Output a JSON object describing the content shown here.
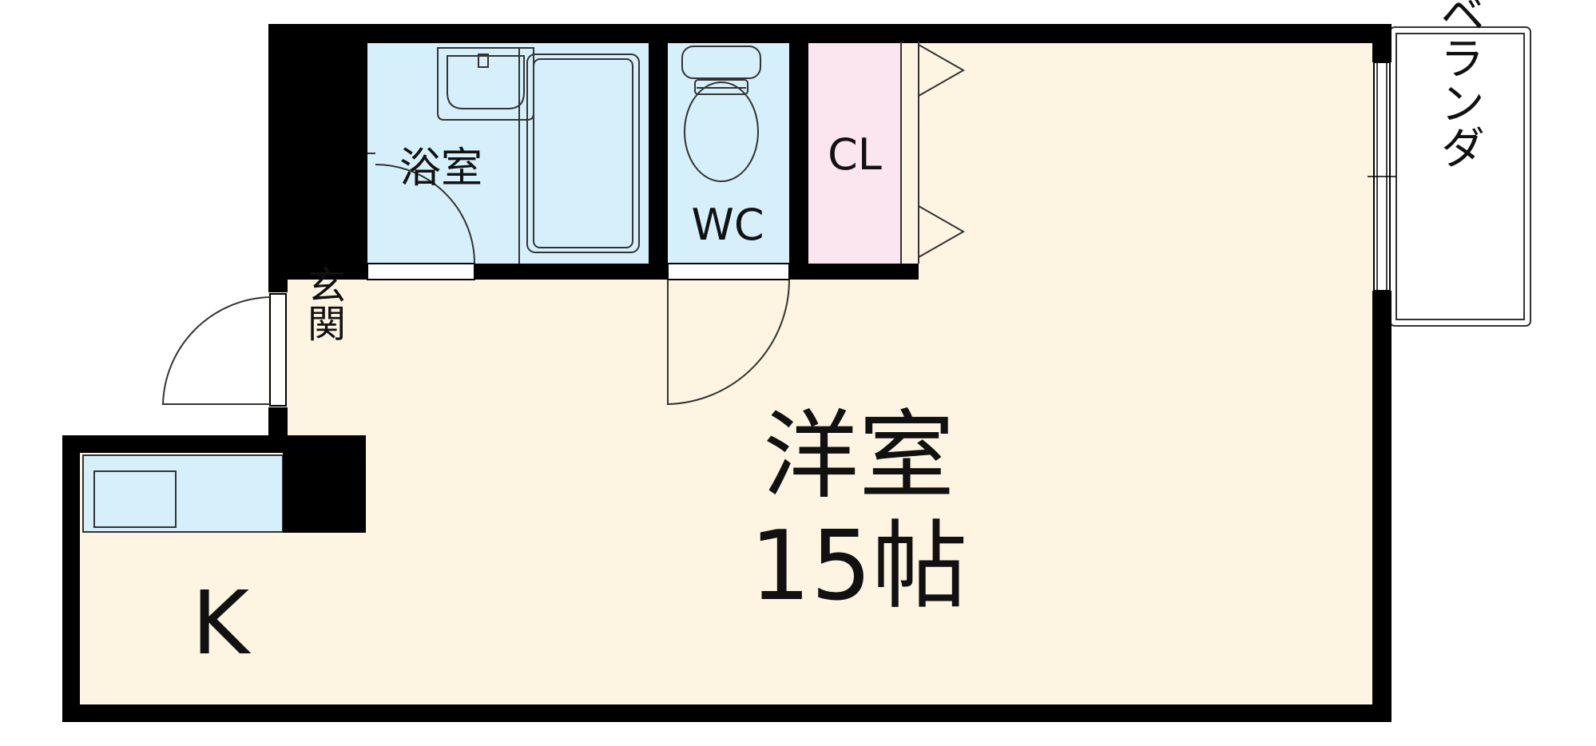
{
  "rooms": {
    "bath": "浴室",
    "toilet": "WC",
    "closet": "CL",
    "entrance": "玄関",
    "kitchen": "K",
    "western_room": "洋室",
    "western_room_size": "15帖",
    "balcony": "ベランダ"
  },
  "colors": {
    "wall": "#000000",
    "room_floor": "#fdf5e1",
    "wet_area": "#d6f0fb",
    "closet": "#fbe5ee",
    "fixture_line": "#333333"
  }
}
